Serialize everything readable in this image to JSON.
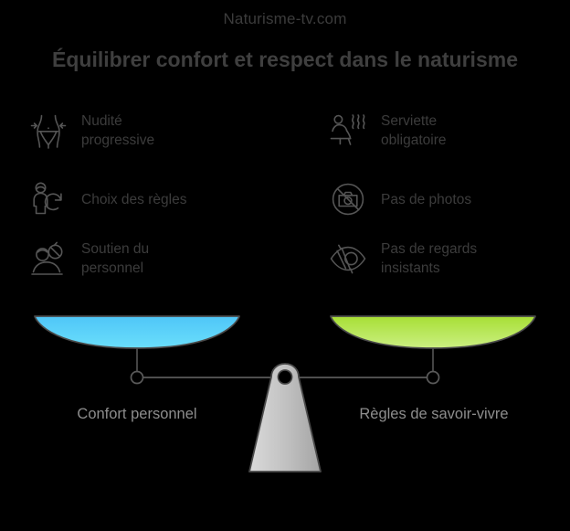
{
  "header": {
    "site_name": "Naturisme-tv.com",
    "title": "Équilibrer confort et respect dans le naturisme"
  },
  "colors": {
    "background": "#000000",
    "text_dark": "#3c3c3c",
    "text_muted": "#8d8d8d",
    "icon_stroke": "#555555",
    "pan_left_top": "#4FC8F8",
    "pan_left_bottom": "#67DCFB",
    "pan_right_top": "#A9E03C",
    "pan_right_bottom": "#C8EE7A",
    "fulcrum_light": "#D2D2D2",
    "fulcrum_dark": "#A8A8A8",
    "beam_stroke": "#5a5a5a"
  },
  "left_column": {
    "side_label": "Confort personnel",
    "items": [
      {
        "icon": "body-waist-icon",
        "label": "Nudité\nprogressive"
      },
      {
        "icon": "person-refresh-icon",
        "label": "Choix des règles"
      },
      {
        "icon": "staff-support-icon",
        "label": "Soutien du\npersonnel"
      }
    ]
  },
  "right_column": {
    "side_label": "Règles de savoir-vivre",
    "items": [
      {
        "icon": "sauna-person-heat-icon",
        "label": "Serviette\nobligatoire"
      },
      {
        "icon": "no-camera-icon",
        "label": "Pas de photos"
      },
      {
        "icon": "no-staring-eye-icon",
        "label": "Pas de regards\ninsistants"
      }
    ]
  },
  "balance": {
    "left_pan_name": "left-pan",
    "right_pan_name": "right-pan",
    "fulcrum_name": "fulcrum",
    "state": "balanced"
  }
}
